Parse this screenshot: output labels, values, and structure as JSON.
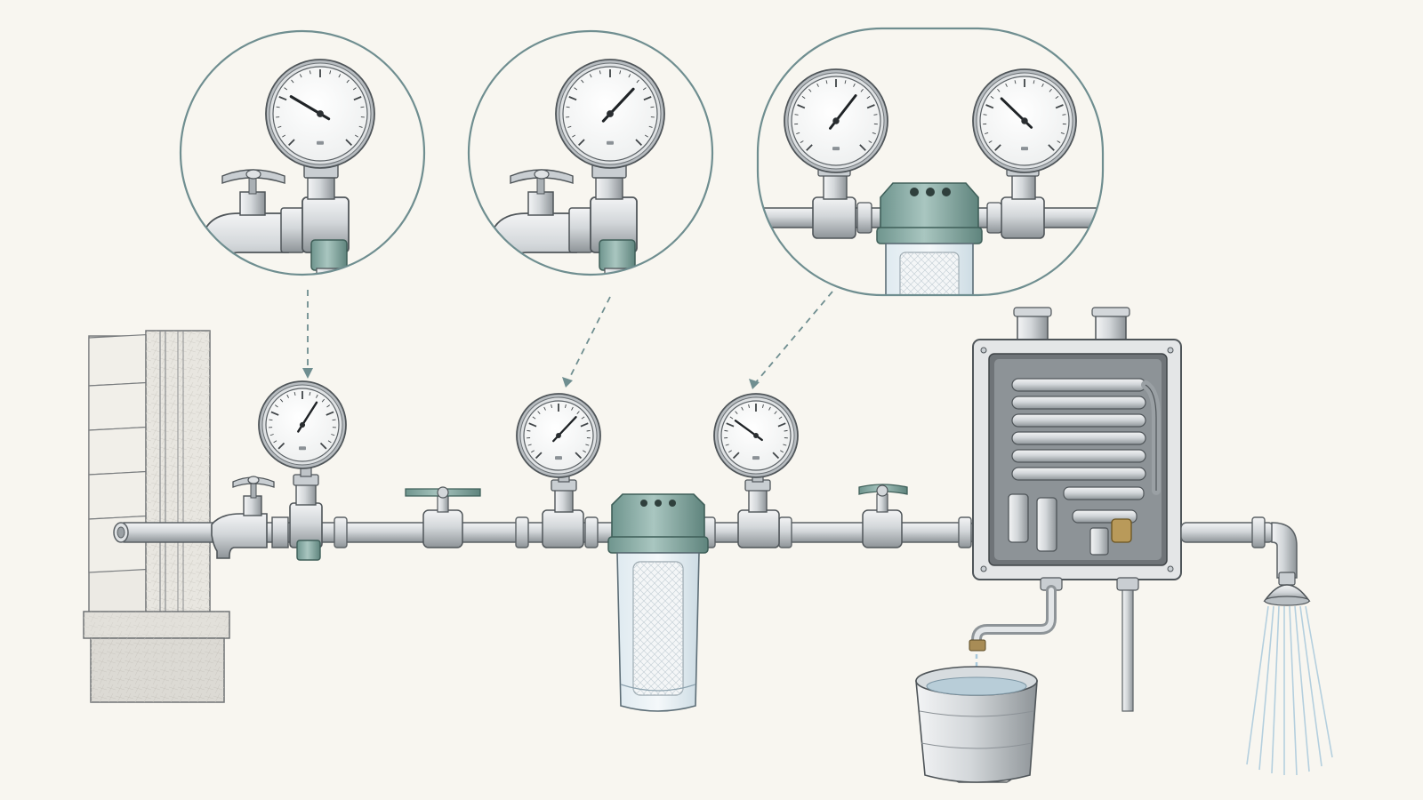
{
  "palette": {
    "background": "#f8f6f0",
    "steel_light": "#eef0f1",
    "steel_mid": "#c9ced2",
    "steel_dark": "#8b9196",
    "outline": "#4f5559",
    "filter_teal": "#8fb1aa",
    "filter_teal_dark": "#5d827b",
    "callout_ring": "#6f8e90",
    "water": "#a9c9dc",
    "brass": "#b99a5a",
    "stone": "#dcdad4"
  },
  "gauge_readings": {
    "main_spigot_gauge": 0.62,
    "pre_filter_gauge": 0.66,
    "post_filter_gauge": 0.3,
    "callout_spigot_gauge": 0.28,
    "callout_pre_filter_gauge": 0.66,
    "callout_filter_inlet_gauge": 0.64,
    "callout_filter_outlet_gauge": 0.33
  },
  "icons": {
    "gauge": "pressure-gauge-icon",
    "valve": "valve-handle-icon",
    "filter": "sediment-filter-icon",
    "heater": "tankless-heater-icon",
    "bucket": "bucket-icon",
    "shower": "shower-head-icon"
  }
}
